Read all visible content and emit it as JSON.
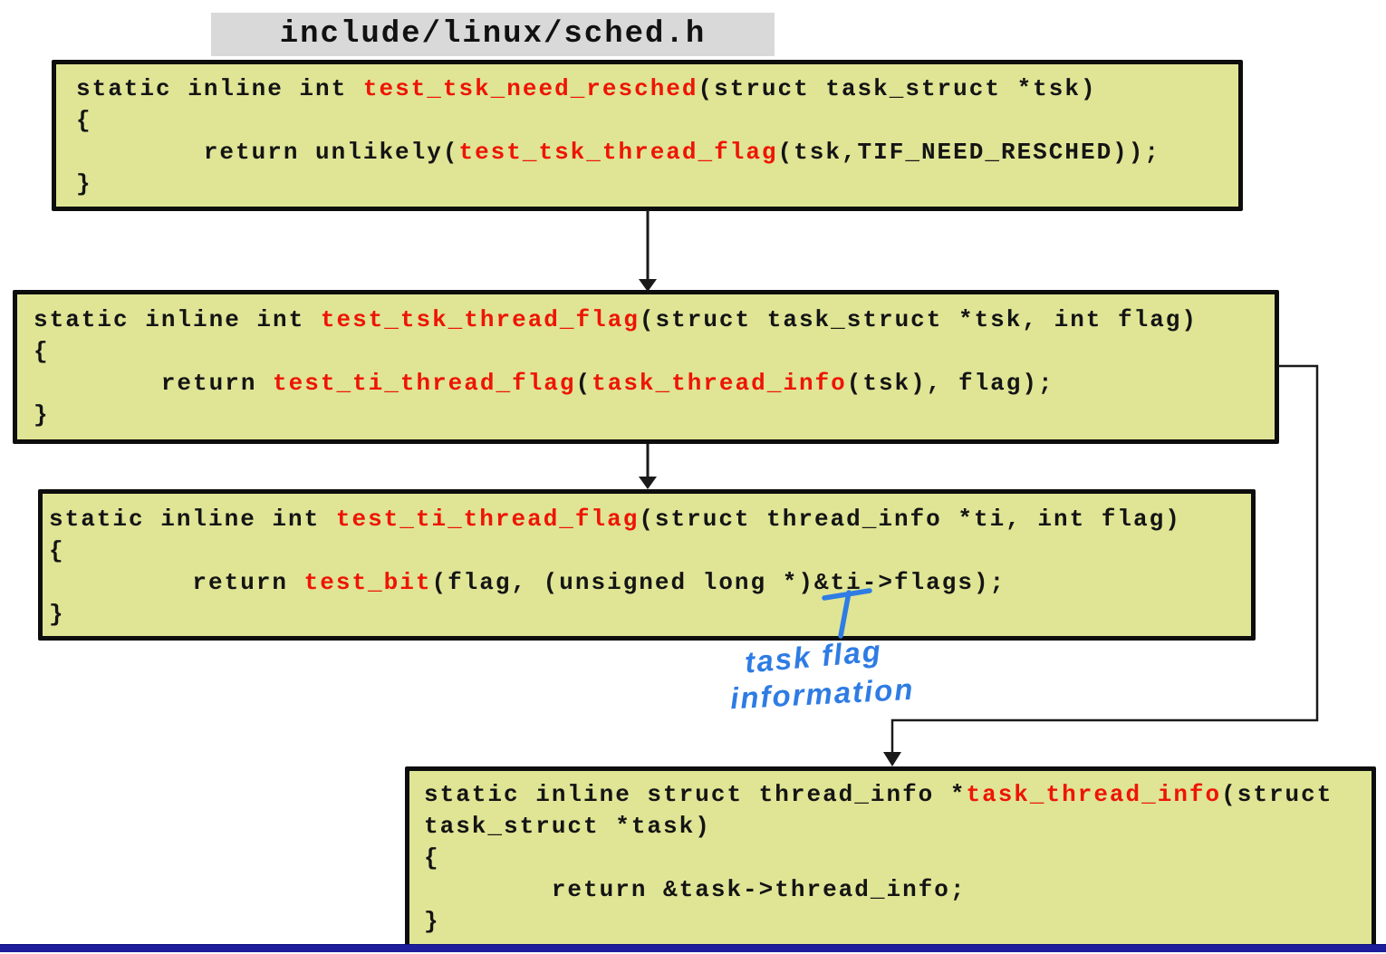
{
  "title": {
    "text": "include/linux/sched.h"
  },
  "colors": {
    "box_fill": "#dfe595",
    "box_border": "#0d0d0d",
    "keyword_red": "#ee1505",
    "annotation_blue": "#2e7ce4",
    "title_bg": "#d9d9d9",
    "bottom_bar_navy": "#1e1e9c",
    "arrow_black": "#1a1a1a"
  },
  "boxes": [
    {
      "name": "test-tsk-need-resched-box",
      "lines": [
        [
          {
            "t": "static inline int ",
            "c": "black"
          },
          {
            "t": "test_tsk_need_resched",
            "c": "red"
          },
          {
            "t": "(struct task_struct *tsk)",
            "c": "black"
          }
        ],
        [
          {
            "t": "{",
            "c": "black"
          }
        ],
        [
          {
            "t": "        return unlikely(",
            "c": "black"
          },
          {
            "t": "test_tsk_thread_flag",
            "c": "red"
          },
          {
            "t": "(tsk,TIF_NEED_RESCHED));",
            "c": "black"
          }
        ],
        [
          {
            "t": "}",
            "c": "black"
          }
        ]
      ]
    },
    {
      "name": "test-tsk-thread-flag-box",
      "lines": [
        [
          {
            "t": "static inline int ",
            "c": "black"
          },
          {
            "t": "test_tsk_thread_flag",
            "c": "red"
          },
          {
            "t": "(struct task_struct *tsk, int flag)",
            "c": "black"
          }
        ],
        [
          {
            "t": "{",
            "c": "black"
          }
        ],
        [
          {
            "t": "        return ",
            "c": "black"
          },
          {
            "t": "test_ti_thread_flag",
            "c": "red"
          },
          {
            "t": "(",
            "c": "black"
          },
          {
            "t": "task_thread_info",
            "c": "red"
          },
          {
            "t": "(tsk), flag);",
            "c": "black"
          }
        ],
        [
          {
            "t": "}",
            "c": "black"
          }
        ]
      ]
    },
    {
      "name": "test-ti-thread-flag-box",
      "lines": [
        [
          {
            "t": "static inline int ",
            "c": "black"
          },
          {
            "t": "test_ti_thread_flag",
            "c": "red"
          },
          {
            "t": "(struct thread_info *ti, int flag)",
            "c": "black"
          }
        ],
        [
          {
            "t": "{",
            "c": "black"
          }
        ],
        [
          {
            "t": "         return ",
            "c": "black"
          },
          {
            "t": "test_bit",
            "c": "red"
          },
          {
            "t": "(flag, (unsigned long *)&ti->flags);",
            "c": "black"
          }
        ],
        [
          {
            "t": "}",
            "c": "black"
          }
        ]
      ]
    },
    {
      "name": "task-thread-info-box",
      "lines": [
        [
          {
            "t": "static inline struct thread_info *",
            "c": "black"
          },
          {
            "t": "task_thread_info",
            "c": "red"
          },
          {
            "t": "(struct",
            "c": "black"
          }
        ],
        [
          {
            "t": "task_struct *task)",
            "c": "black"
          }
        ],
        [
          {
            "t": "{",
            "c": "black"
          }
        ],
        [
          {
            "t": "        return &task->thread_info;",
            "c": "black"
          }
        ],
        [
          {
            "t": "}",
            "c": "black"
          }
        ]
      ]
    }
  ],
  "annotation": {
    "line1": "task flag",
    "line2": "information"
  }
}
